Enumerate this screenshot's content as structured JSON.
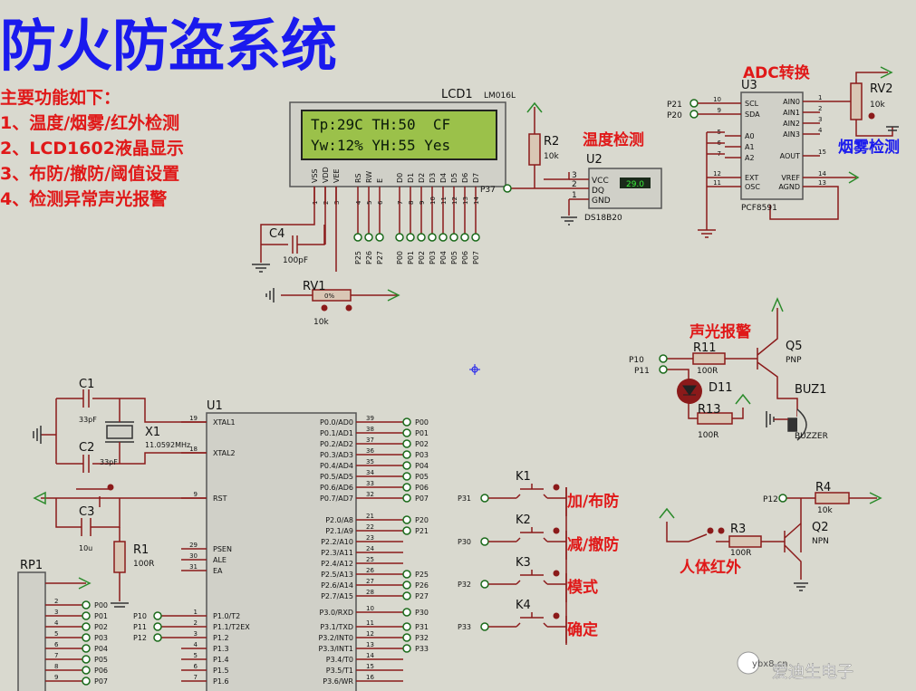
{
  "title": "防火防盗系统",
  "features": {
    "heading": "主要功能如下：",
    "items": [
      "1、温度/烟雾/红外检测",
      "2、LCD1602液晶显示",
      "3、布防/撤防/阈值设置",
      "4、检测异常声光报警"
    ]
  },
  "lcd": {
    "ref": "LCD1",
    "model": "LM016L",
    "line1": "Tp:29C TH:50  CF",
    "line2": "Yw:12% YH:55 Yes",
    "pins": [
      "VSS",
      "VDD",
      "VEE",
      "RS",
      "RW",
      "E",
      "D0",
      "D1",
      "D2",
      "D3",
      "D4",
      "D5",
      "D6",
      "D7"
    ],
    "pin_numbers": [
      "1",
      "2",
      "3",
      "4",
      "5",
      "6",
      "7",
      "8",
      "9",
      "10",
      "11",
      "12",
      "13",
      "14"
    ],
    "nets": [
      "P26",
      "P25",
      "P27",
      "P00",
      "P01",
      "P02",
      "P03",
      "P04",
      "P05",
      "P06",
      "P07"
    ]
  },
  "c4": {
    "ref": "C4",
    "value": "100pF"
  },
  "rv1": {
    "ref": "RV1",
    "value": "10k",
    "body": "0%"
  },
  "r2": {
    "ref": "R2",
    "value": "10k",
    "net": "P37"
  },
  "temp": {
    "label": "温度检测",
    "ref": "U2",
    "model": "DS18B20",
    "pins": [
      "VCC",
      "DQ",
      "GND"
    ],
    "pin_numbers": [
      "3",
      "2",
      "1"
    ],
    "reading": "29.0"
  },
  "adc": {
    "label": "ADC转换",
    "ref": "U3",
    "model": "PCF8591",
    "left_pins": [
      "SCL",
      "SDA",
      "A0",
      "A1",
      "A2",
      "EXT",
      "OSC"
    ],
    "left_numbers": [
      "10",
      "9",
      "5",
      "6",
      "7",
      "12",
      "11"
    ],
    "right_pins": [
      "AIN0",
      "AIN1",
      "AIN2",
      "AIN3",
      "AOUT",
      "VREF",
      "AGND"
    ],
    "right_numbers": [
      "1",
      "2",
      "3",
      "4",
      "15",
      "14",
      "13"
    ],
    "nets": [
      "P21",
      "P20"
    ]
  },
  "rv2": {
    "ref": "RV2",
    "value": "10k",
    "label": "烟雾检测"
  },
  "alarm": {
    "label": "声光报警",
    "r11": {
      "ref": "R11",
      "value": "100R"
    },
    "q5": {
      "ref": "Q5",
      "type": "PNP"
    },
    "d11": {
      "ref": "D11"
    },
    "r13": {
      "ref": "R13",
      "value": "100R"
    },
    "buz": {
      "ref": "BUZ1",
      "type": "BUZZER"
    },
    "nets": [
      "P10",
      "P11"
    ]
  },
  "pir": {
    "label": "人体红外",
    "r4": {
      "ref": "R4",
      "value": "10k"
    },
    "r3": {
      "ref": "R3",
      "value": "100R"
    },
    "q2": {
      "ref": "Q2",
      "type": "NPN"
    },
    "net": "P12"
  },
  "keys": [
    {
      "ref": "K1",
      "net": "P31",
      "label": "加/布防"
    },
    {
      "ref": "K2",
      "net": "P30",
      "label": "减/撤防"
    },
    {
      "ref": "K3",
      "net": "P32",
      "label": "模式"
    },
    {
      "ref": "K4",
      "net": "P33",
      "label": "确定"
    }
  ],
  "osc": {
    "c1": {
      "ref": "C1",
      "value": "33pF"
    },
    "c2": {
      "ref": "C2",
      "value": "33pF"
    },
    "x1": {
      "ref": "X1",
      "value": "11.0592MHz"
    },
    "c3": {
      "ref": "C3",
      "value": "10u"
    },
    "r1": {
      "ref": "R1",
      "value": "100R"
    }
  },
  "mcu": {
    "ref": "U1",
    "left": [
      {
        "n": "19",
        "p": "XTAL1"
      },
      {
        "n": "18",
        "p": "XTAL2"
      },
      {
        "n": "9",
        "p": "RST"
      },
      {
        "n": "29",
        "p": "PSEN"
      },
      {
        "n": "30",
        "p": "ALE"
      },
      {
        "n": "31",
        "p": "EA"
      },
      {
        "n": "1",
        "p": "P1.0/T2"
      },
      {
        "n": "2",
        "p": "P1.1/T2EX"
      },
      {
        "n": "3",
        "p": "P1.2"
      },
      {
        "n": "4",
        "p": "P1.3"
      },
      {
        "n": "5",
        "p": "P1.4"
      },
      {
        "n": "6",
        "p": "P1.5"
      },
      {
        "n": "7",
        "p": "P1.6"
      }
    ],
    "right": [
      {
        "n": "39",
        "p": "P0.0/AD0",
        "net": "P00"
      },
      {
        "n": "38",
        "p": "P0.1/AD1",
        "net": "P01"
      },
      {
        "n": "37",
        "p": "P0.2/AD2",
        "net": "P02"
      },
      {
        "n": "36",
        "p": "P0.3/AD3",
        "net": "P03"
      },
      {
        "n": "35",
        "p": "P0.4/AD4",
        "net": "P04"
      },
      {
        "n": "34",
        "p": "P0.5/AD5",
        "net": "P05"
      },
      {
        "n": "33",
        "p": "P0.6/AD6",
        "net": "P06"
      },
      {
        "n": "32",
        "p": "P0.7/AD7",
        "net": "P07"
      },
      {
        "n": "21",
        "p": "P2.0/A8",
        "net": "P20"
      },
      {
        "n": "22",
        "p": "P2.1/A9",
        "net": "P21"
      },
      {
        "n": "23",
        "p": "P2.2/A10",
        "net": ""
      },
      {
        "n": "24",
        "p": "P2.3/A11",
        "net": ""
      },
      {
        "n": "25",
        "p": "P2.4/A12",
        "net": ""
      },
      {
        "n": "26",
        "p": "P2.5/A13",
        "net": "P25"
      },
      {
        "n": "27",
        "p": "P2.6/A14",
        "net": "P26"
      },
      {
        "n": "28",
        "p": "P2.7/A15",
        "net": "P27"
      },
      {
        "n": "10",
        "p": "P3.0/RXD",
        "net": "P30"
      },
      {
        "n": "11",
        "p": "P3.1/TXD",
        "net": "P31"
      },
      {
        "n": "12",
        "p": "P3.2/INT0",
        "net": "P32"
      },
      {
        "n": "13",
        "p": "P3.3/INT1",
        "net": "P33"
      },
      {
        "n": "14",
        "p": "P3.4/T0",
        "net": ""
      },
      {
        "n": "15",
        "p": "P3.5/T1",
        "net": ""
      },
      {
        "n": "16",
        "p": "P3.6/WR",
        "net": ""
      }
    ],
    "p1nets": [
      "P10",
      "P11",
      "P12"
    ]
  },
  "rp1": {
    "ref": "RP1",
    "pins": [
      "2",
      "3",
      "4",
      "5",
      "6",
      "7",
      "8",
      "9"
    ],
    "nets": [
      "P00",
      "P01",
      "P02",
      "P03",
      "P04",
      "P05",
      "P06",
      "P07"
    ]
  },
  "watermark": {
    "text": "爱迪生电子",
    "domain": "ybx8.cn"
  }
}
